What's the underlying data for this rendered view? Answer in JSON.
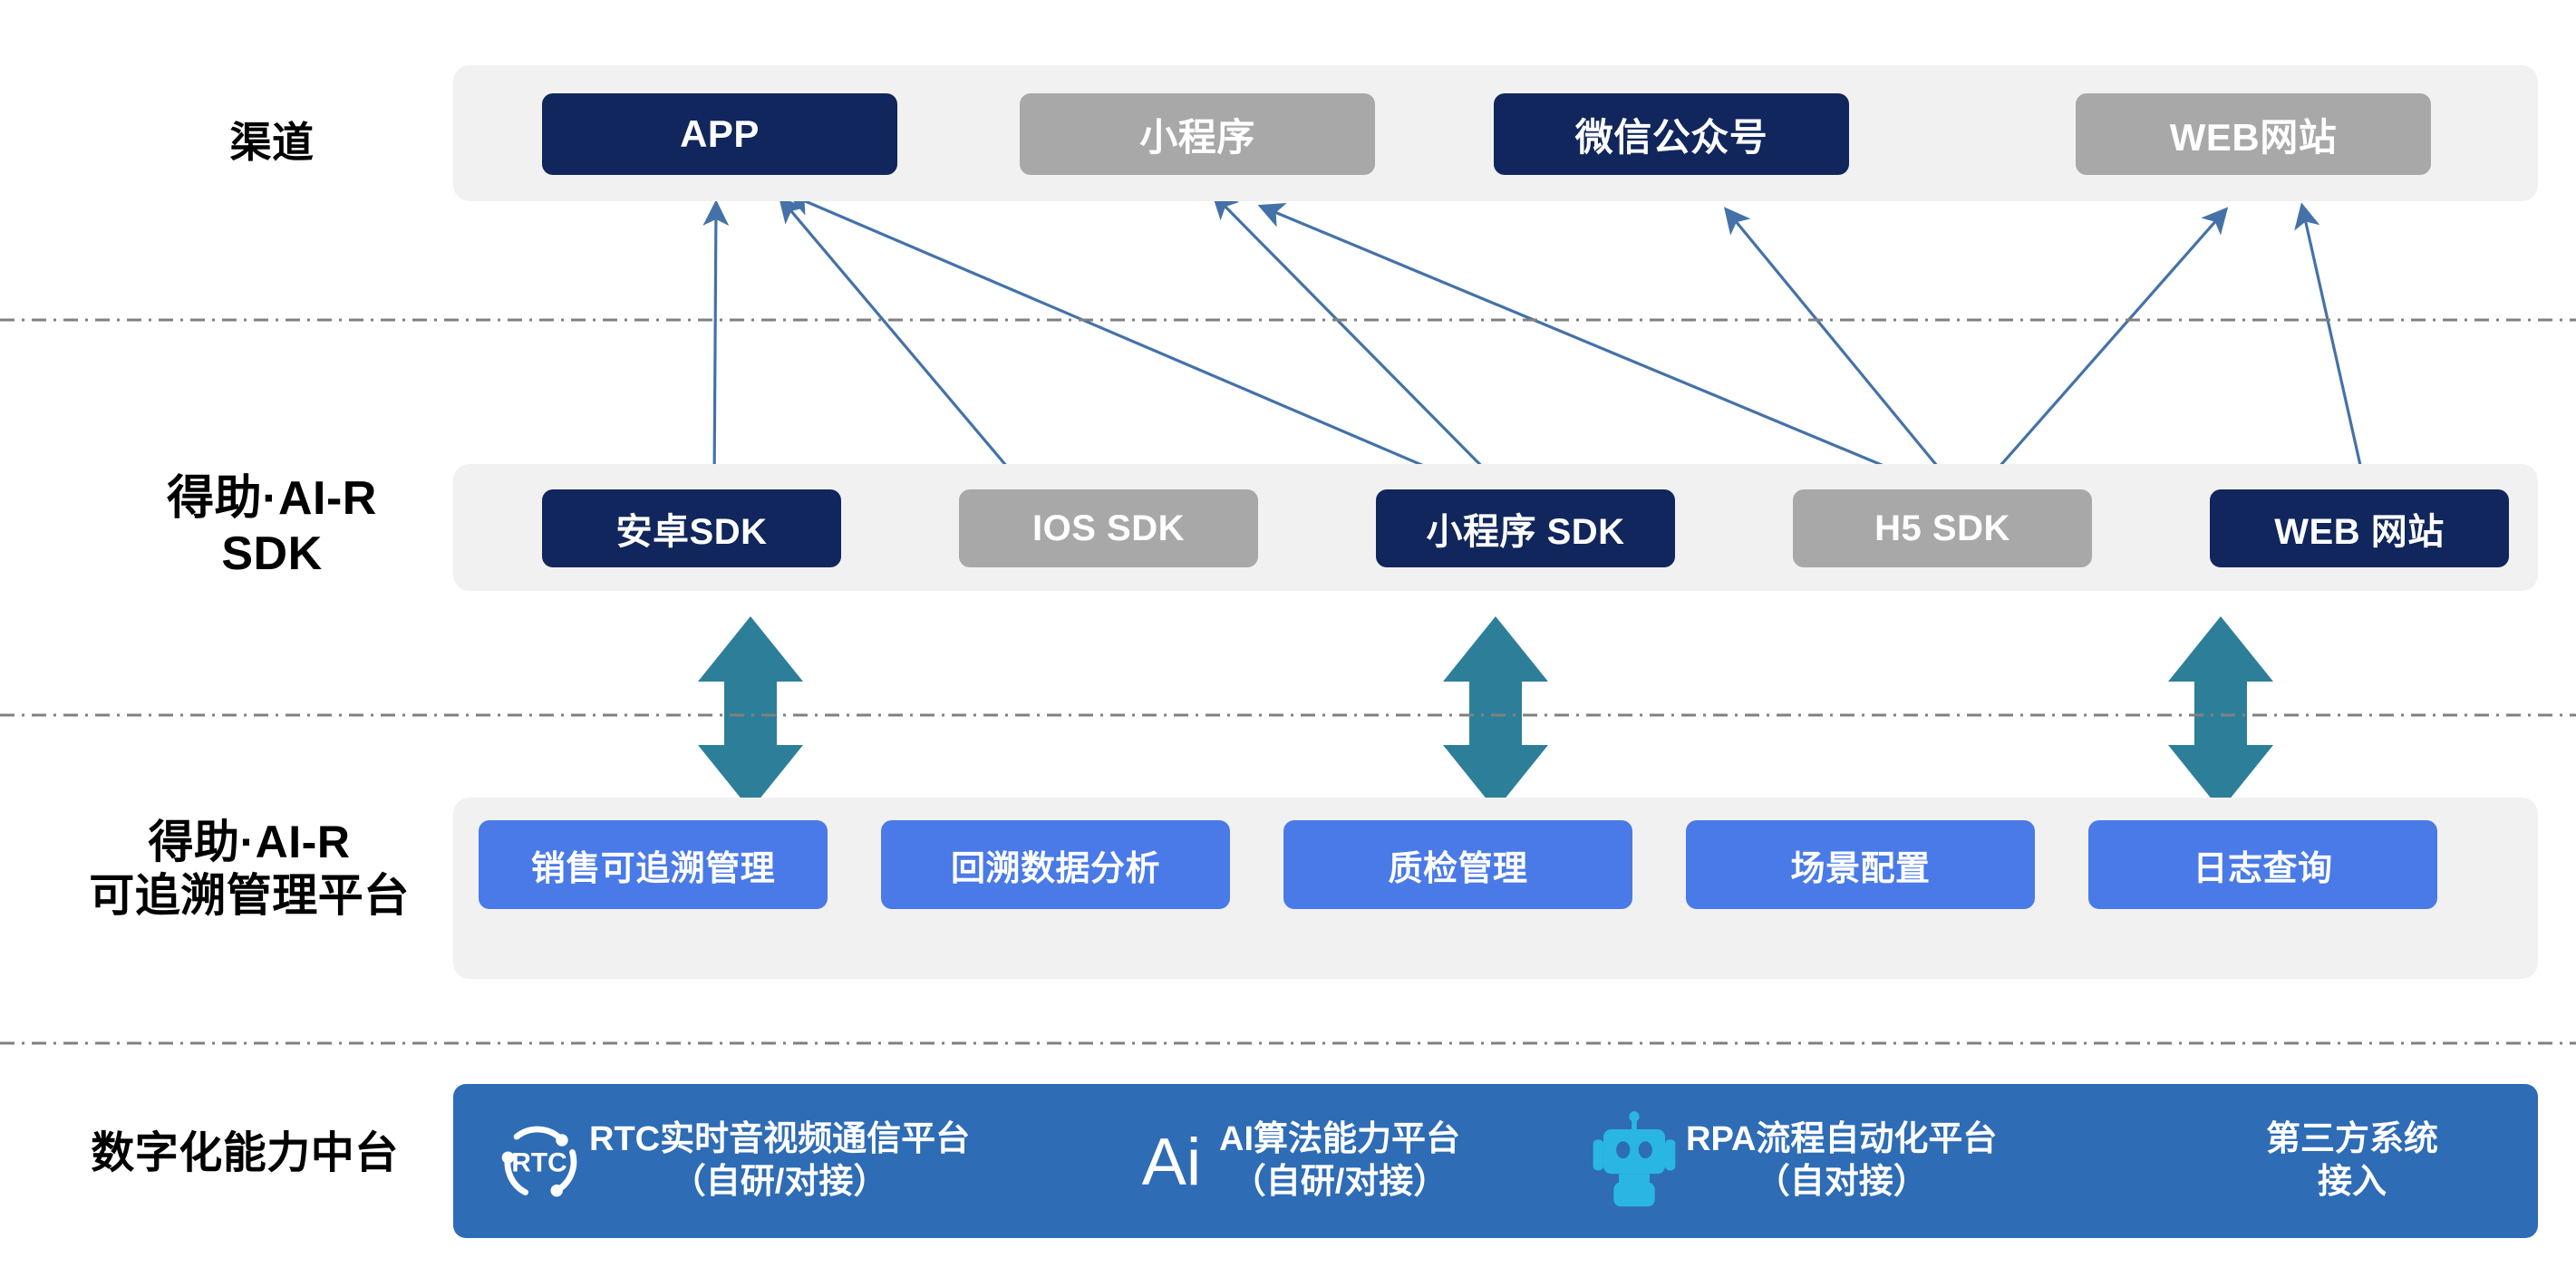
{
  "rows": {
    "channel": {
      "label": "渠道",
      "items": [
        {
          "label": "APP",
          "color": "navy"
        },
        {
          "label": "小程序",
          "color": "gray"
        },
        {
          "label": "微信公众号",
          "color": "navy"
        },
        {
          "label": "WEB网站",
          "color": "gray"
        }
      ]
    },
    "sdk": {
      "label": "得助·AI-R\nSDK",
      "items": [
        {
          "label": "安卓SDK",
          "color": "navy"
        },
        {
          "label": "IOS SDK",
          "color": "gray"
        },
        {
          "label": "小程序 SDK",
          "color": "navy"
        },
        {
          "label": "H5 SDK",
          "color": "gray"
        },
        {
          "label": "WEB 网站",
          "color": "navy"
        }
      ]
    },
    "platform": {
      "label": "得助·AI-R\n可追溯管理平台",
      "items": [
        {
          "label": "销售可追溯管理",
          "color": "blue"
        },
        {
          "label": "回溯数据分析",
          "color": "blue"
        },
        {
          "label": "质检管理",
          "color": "blue"
        },
        {
          "label": "场景配置",
          "color": "blue"
        },
        {
          "label": "日志查询",
          "color": "blue"
        }
      ]
    },
    "capability": {
      "label": "数字化能力中台",
      "items": [
        {
          "icon": "rtc-icon",
          "label": "RTC实时音视频通信平台\n（自研/对接）"
        },
        {
          "icon": "ai-icon",
          "label": "AI算法能力平台\n（自研/对接）"
        },
        {
          "icon": "robot-icon",
          "label": "RPA流程自动化平台\n（自对接）"
        },
        {
          "icon": "none",
          "label": "第三方系统\n接入"
        }
      ]
    }
  },
  "colors": {
    "navy": "#10265c",
    "gray": "#a8a8a8",
    "blue": "#4a7ae8",
    "band": "#f1f1f1",
    "bottom_bar": "#2e6cb5",
    "connector": "#4472a8",
    "double_arrow": "#2d7f99",
    "divider": "#808080",
    "icon_cyan": "#29b6e3"
  },
  "icon_labels": {
    "rtc": "RTC",
    "ai": "Ai"
  }
}
